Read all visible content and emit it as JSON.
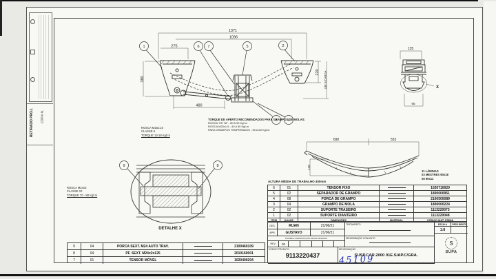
{
  "colors": {
    "handwriting_ink": "#2b3bb3",
    "paper": "#f8f8f4",
    "line": "#3c3c3c"
  },
  "scan": {
    "handwritten_number": "45109"
  },
  "left_strip": {
    "retirado_label": "RETIRADO PROJ.",
    "copia_label": "CÓPIA N."
  },
  "front_view": {
    "dim_1371": "1371",
    "dim_1096": "1096",
    "dim_275": "275",
    "dim_480": "480",
    "dim_380": "380",
    "dim_220": "220",
    "dim_438": "438 S/CARGA",
    "balloons": [
      "1",
      "2",
      "3",
      "4",
      "5",
      "6",
      "7"
    ]
  },
  "side_view": {
    "dim_135": "135",
    "dim_65": "65",
    "x_label": "X"
  },
  "detail_view": {
    "caption": "DETALHE X",
    "balloon_8": "8",
    "balloon_9": "9"
  },
  "spring_view": {
    "dim_690": "690",
    "dim_553": "553",
    "dim_118": "118",
    "notes": [
      "11 LÂMINAS",
      "03 MESTRES 90x18",
      "08 90x11"
    ]
  },
  "notes": {
    "left_torque": [
      "ROSCA M16x1,5",
      "CLASSE 5",
      "TORQUE 13-18 Kgf.m"
    ],
    "clamp_torque": [
      "TORQUE DE APERTO RECOMENDADOS PARA GRAMPOS DE MOLAS:",
      "ROSCA 7/8\" NF - 80 A 90 Kgf.m",
      "ROSCA M20x1,5 - 40 A 50 Kgf.m",
      "PARA GRAMPOS TEMPERADOS - 50 A 60 Kgf.m"
    ],
    "detail_torque": [
      "ROSCA M24x3",
      "CLASSE 10",
      "TORQUE 70 - 80 Kgf.m"
    ],
    "altura": "ALTURA MÉDIA DE TRABALHO 400mm"
  },
  "parts_table": {
    "headers": {
      "item": "ITEM",
      "quant": "QUANT.",
      "dimensoes": "DIMENSÕES",
      "material": "MATERIAL",
      "codigo": "CÓDIGO MAT. PRIMA",
      "escala": "ESCALA",
      "peso": "PESO BRUTO"
    },
    "rows": [
      {
        "item": "6",
        "qty": "01",
        "desc": "TENSOR FIXO",
        "code": "1020710020"
      },
      {
        "item": "5",
        "qty": "02",
        "desc": "SEPARADOR DE GRAMPO",
        "code": "1800000951"
      },
      {
        "item": "4",
        "qty": "08",
        "desc": "PORCA DE GRAMPO",
        "code": "2100500089"
      },
      {
        "item": "3",
        "qty": "04",
        "desc": "GRAMPO DE MOLA",
        "code": "1800000224"
      },
      {
        "item": "2",
        "qty": "02",
        "desc": "SUPORTE TRASEIRO",
        "code": "1113220073"
      },
      {
        "item": "1",
        "qty": "02",
        "desc": "SUPORTE DIANTEIRO",
        "code": "1113220048"
      }
    ]
  },
  "hardware_table": {
    "rows": [
      {
        "item": "9",
        "qty": "04",
        "desc": "PORCA SEXT. M24 AUTO TRAV.",
        "code": "2100460109"
      },
      {
        "item": "8",
        "qty": "04",
        "desc": "PF. SEXT. M24x2x125",
        "code": "2010160001"
      },
      {
        "item": "7",
        "qty": "01",
        "desc": "TENSOR MÓVEL",
        "code": "1020400204"
      }
    ]
  },
  "title_block": {
    "des_label": "DES.",
    "des_name": "RUAN",
    "des_date": "21/06/21",
    "apr_label": "APR.",
    "apr_name": "GUSTAVO",
    "apr_date": "21/06/21",
    "proibida_note": "PROIBIDA A REPRODUÇÃO DESTE DESENHO",
    "rev_label": "REV.",
    "rev_value": "00",
    "tratamento_label": "TRATAMENTO",
    "denominacao_conjunto_label": "DENOMINAÇÃO CONJUNTO",
    "codigo_produto_label": "CÓDIGO PRODUTO",
    "codigo_produto": "9113220437",
    "denominacao_label": "DENOMINAÇÃO",
    "denominacao": "SUSP.CAR.2000 01E.S/AP.C/GRA.",
    "escala_value": "1:8",
    "logo_text": "SUPA"
  }
}
